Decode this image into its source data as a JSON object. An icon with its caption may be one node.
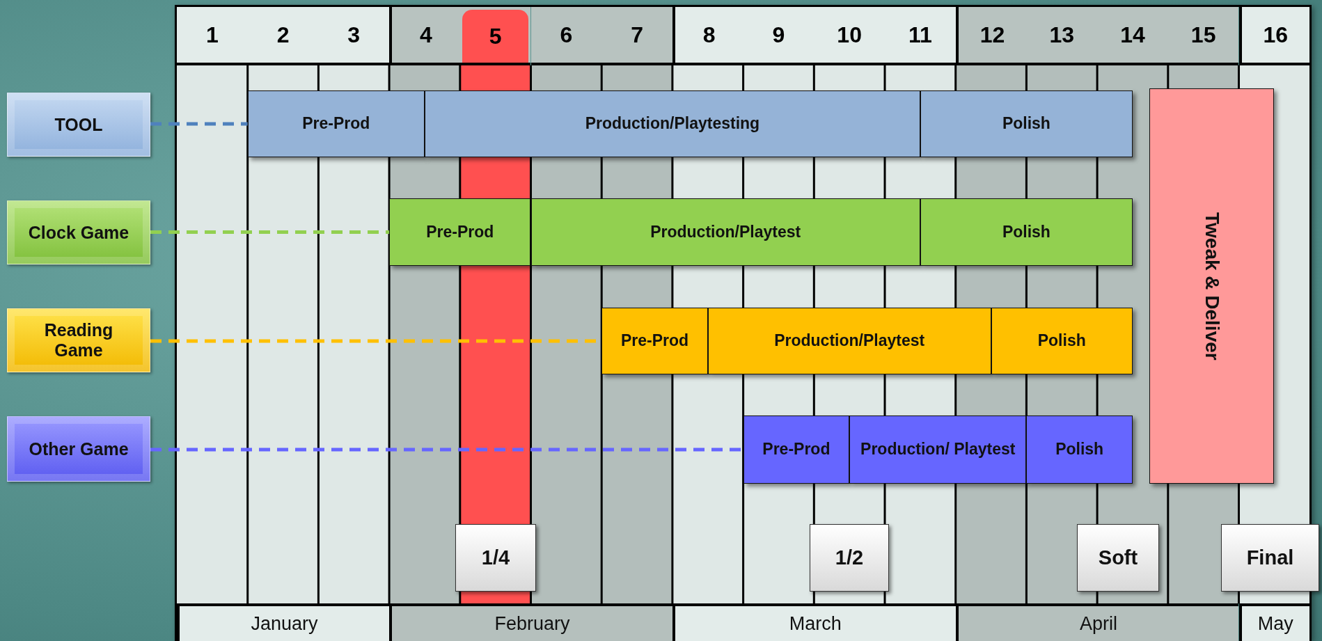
{
  "diagram": {
    "nodes": [
      {
        "text": [
          "TOOL"
        ]
      },
      {
        "text": [
          "Clock Game"
        ]
      },
      {
        "text": [
          "Reading Game"
        ]
      },
      {
        "text": [
          "Other Game"
        ]
      },
      {
        "text": [
          "Pre-Prod"
        ]
      },
      {
        "text": [
          "Production/Playtesting"
        ]
      },
      {
        "text": [
          "Polish"
        ]
      },
      {
        "text": [
          "Pre-Prod"
        ]
      },
      {
        "text": [
          "Production/Playtest"
        ]
      },
      {
        "text": [
          "Polish"
        ]
      },
      {
        "text": [
          "Pre-Prod"
        ]
      },
      {
        "text": [
          "Production/Playtest"
        ]
      },
      {
        "text": [
          "Polish"
        ]
      },
      {
        "text": [
          "Pre-Prod"
        ]
      },
      {
        "text": [
          "Production/ Playtest"
        ]
      },
      {
        "text": [
          "Polish"
        ]
      },
      {
        "text": [
          "Tweak & Deliver"
        ]
      },
      {
        "text": [
          "1/4"
        ]
      },
      {
        "text": [
          "1/2"
        ]
      },
      {
        "text": [
          "Soft"
        ]
      },
      {
        "text": [
          "Final"
        ]
      }
    ],
    "edges": [
      {
        "from": 0,
        "to": 4,
        "arrow": "none",
        "style": "dashed",
        "color": "#4f81bd"
      },
      {
        "from": 1,
        "to": 7,
        "arrow": "none",
        "style": "dashed",
        "color": "#92d050"
      },
      {
        "from": 2,
        "to": 10,
        "arrow": "none",
        "style": "dashed",
        "color": "#ffc000"
      },
      {
        "from": 3,
        "to": 13,
        "arrow": "none",
        "style": "dashed",
        "color": "#6666ff"
      }
    ],
    "labels": [
      "1",
      "2",
      "3",
      "4",
      "5",
      "6",
      "7",
      "8",
      "9",
      "10",
      "11",
      "12",
      "13",
      "14",
      "15",
      "16",
      "January",
      "February",
      "March",
      "April",
      "May"
    ]
  }
}
